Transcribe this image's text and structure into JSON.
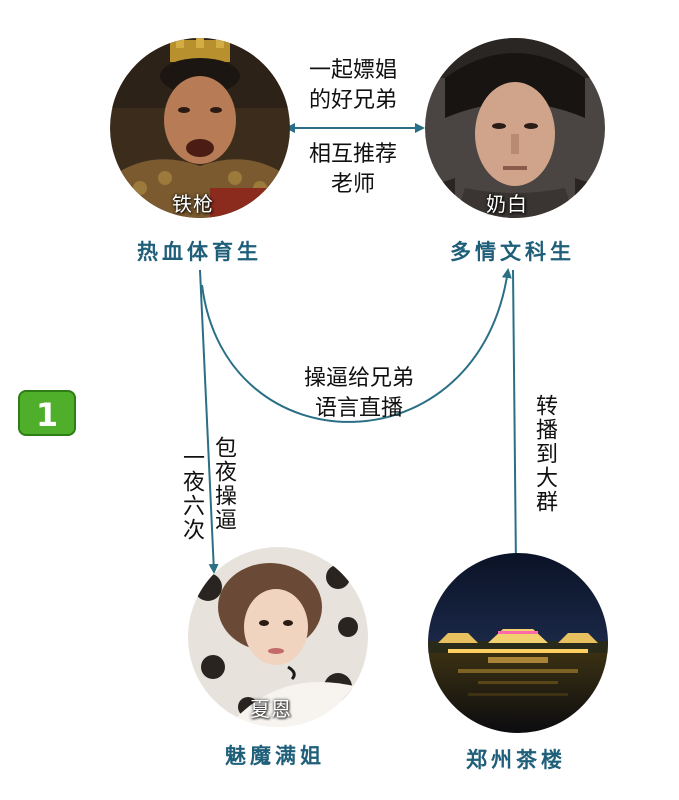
{
  "badge": {
    "label": "1"
  },
  "nodes": {
    "tieqiang": {
      "name": "铁枪",
      "caption": "热血体育生"
    },
    "naibai": {
      "name": "奶白",
      "caption": "多情文科生"
    },
    "xiaen": {
      "name": "夏恩",
      "caption": "魅魔满姐"
    },
    "teahouse": {
      "name": "",
      "caption": "郑州茶楼"
    }
  },
  "edges": {
    "brothers_line1": "一起嫖娼",
    "brothers_line2": "的好兄弟",
    "teacher_line1": "相互推荐",
    "teacher_line2": "老师",
    "broadcast_line1": "操逼给兄弟",
    "broadcast_line2": "语言直播",
    "night_col1": "包夜操逼",
    "night_col2": "一夜六次",
    "forward": "转播到大群"
  },
  "colors": {
    "arrow": "#2a6f86",
    "caption": "#1f5f7a",
    "badge": "#4fae2a"
  }
}
